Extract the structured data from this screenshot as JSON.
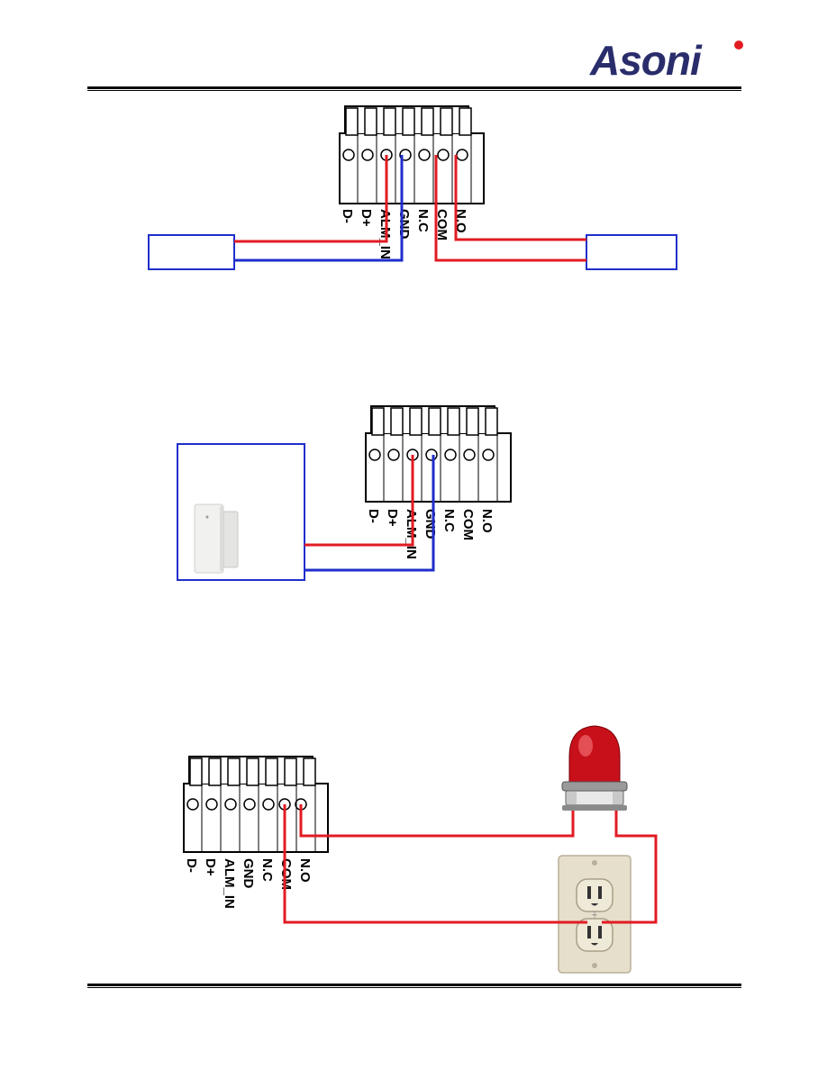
{
  "header": {
    "logo_text": "Asoni",
    "logo_colors": {
      "text": "#2a2d6b",
      "dot": "#e21b23"
    }
  },
  "terminal_labels": [
    "D-",
    "D+",
    "ALM_IN",
    "GND",
    "N.C",
    "COM",
    "N.O"
  ],
  "wire_colors": {
    "signal": "#e21b23",
    "ground": "#1f2ecb",
    "frame": "#1f2ecb"
  },
  "diagrams": [
    {
      "id": "general-alarm-wiring",
      "left_device_label": "",
      "right_device_label": ""
    },
    {
      "id": "door-sensor-wiring",
      "device": "door-sensor"
    },
    {
      "id": "siren-outlet-wiring",
      "devices": [
        "warning-light",
        "power-outlet"
      ]
    }
  ]
}
